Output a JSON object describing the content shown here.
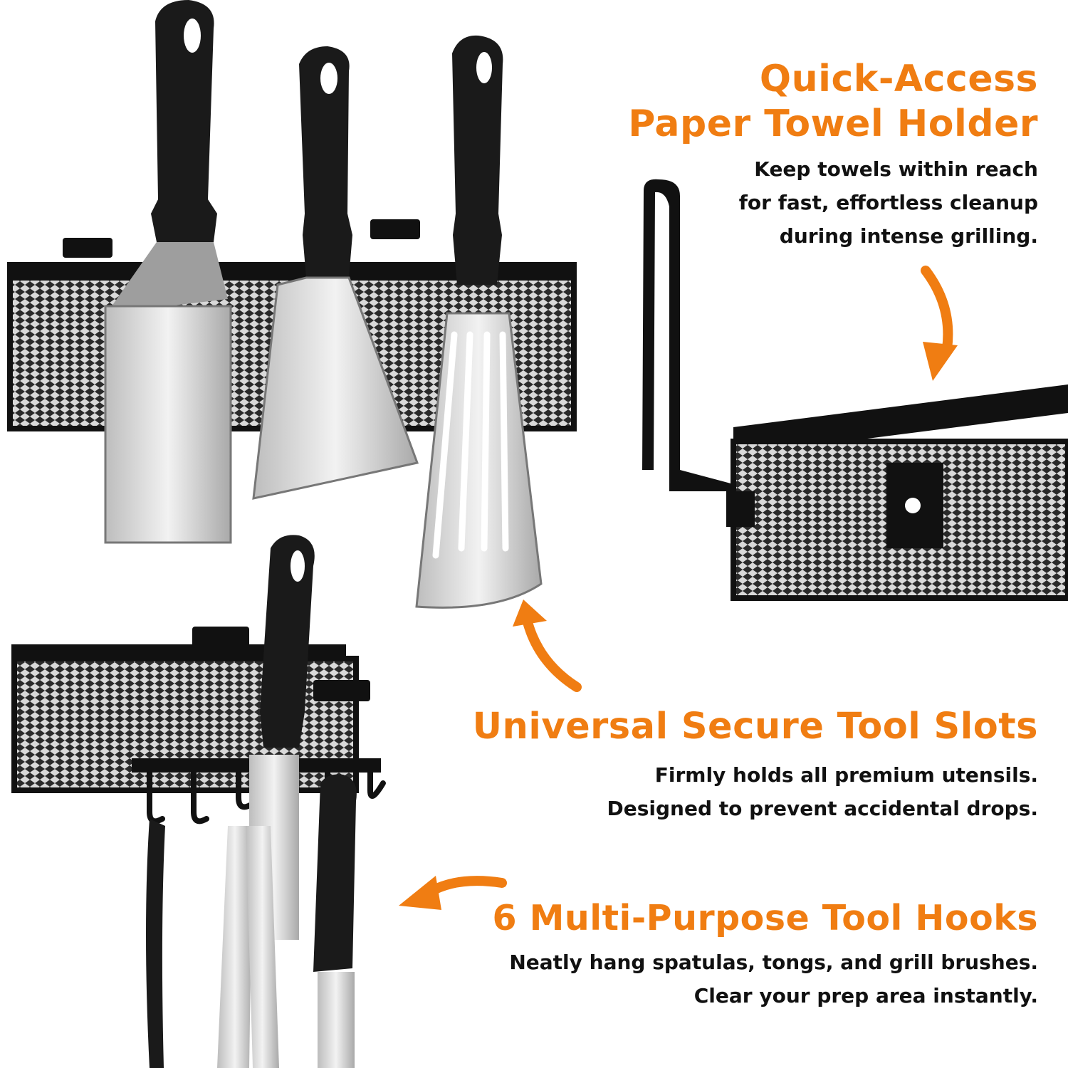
{
  "colors": {
    "accent": "#f07d12",
    "text": "#111111",
    "background": "#ffffff"
  },
  "features": [
    {
      "title_lines": [
        "Quick-Access",
        "Paper Towel Holder"
      ],
      "body_lines": [
        "Keep towels within reach",
        "for fast, effortless cleanup",
        "during intense grilling."
      ]
    },
    {
      "title_lines": [
        "Universal Secure Tool Slots"
      ],
      "body_lines": [
        "Firmly holds all premium utensils.",
        "Designed to prevent accidental drops."
      ]
    },
    {
      "title_lines": [
        "6 Multi-Purpose Tool Hooks"
      ],
      "body_lines": [
        "Neatly hang spatulas, tongs, and grill brushes.",
        "Clear your prep area instantly."
      ]
    }
  ],
  "icons": [
    "arrow-down-icon",
    "arrow-up-left-icon",
    "arrow-left-icon"
  ]
}
